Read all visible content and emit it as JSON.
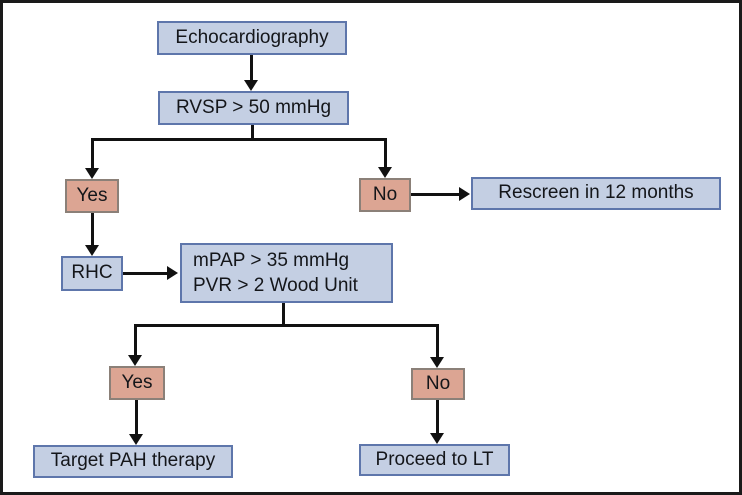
{
  "diagram": {
    "type": "flowchart",
    "description": "Echocardiography screening algorithm for pulmonary hypertension",
    "nodes": {
      "echo": {
        "label": "Echocardiography"
      },
      "rvsp": {
        "label": "RVSP > 50 mmHg"
      },
      "yes1": {
        "label": "Yes"
      },
      "no1": {
        "label": "No"
      },
      "rescreen": {
        "label": "Rescreen in 12 months"
      },
      "rhc": {
        "label": "RHC"
      },
      "mpap": {
        "line1": "mPAP > 35 mmHg",
        "line2": "PVR > 2 Wood Unit"
      },
      "yes2": {
        "label": "Yes"
      },
      "no2": {
        "label": "No"
      },
      "target": {
        "label": "Target PAH therapy"
      },
      "proceed": {
        "label": "Proceed to LT"
      }
    },
    "edges": [
      {
        "from": "echo",
        "to": "rvsp"
      },
      {
        "from": "rvsp",
        "to": "yes1",
        "branch": "left"
      },
      {
        "from": "rvsp",
        "to": "no1",
        "branch": "right"
      },
      {
        "from": "no1",
        "to": "rescreen"
      },
      {
        "from": "yes1",
        "to": "rhc"
      },
      {
        "from": "rhc",
        "to": "mpap"
      },
      {
        "from": "mpap",
        "to": "yes2",
        "branch": "left"
      },
      {
        "from": "mpap",
        "to": "no2",
        "branch": "right"
      },
      {
        "from": "yes2",
        "to": "target"
      },
      {
        "from": "no2",
        "to": "proceed"
      }
    ],
    "colors": {
      "process_fill": "#c4cfe3",
      "process_border": "#5e76ab",
      "answer_fill": "#dca593",
      "answer_border": "#8b8078",
      "line": "#111111",
      "frame_border": "#1a1a1a",
      "background": "#ffffff"
    }
  }
}
